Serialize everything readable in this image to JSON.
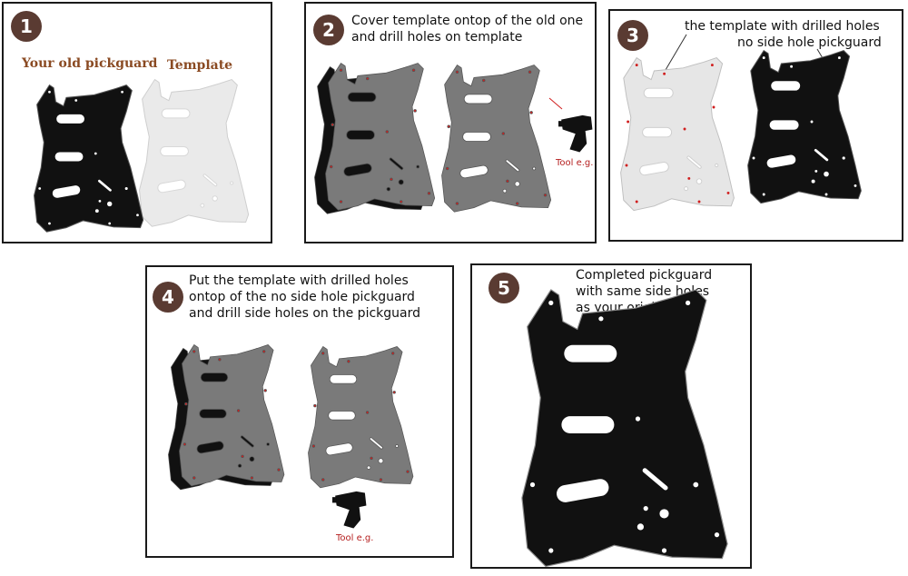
{
  "steps": [
    {
      "number": "1",
      "labels": {
        "old": "Your old pickguard",
        "template": "Template"
      }
    },
    {
      "number": "2",
      "caption": [
        "Cover template ontop of the old one",
        "and drill holes on template"
      ],
      "tool_label": "Tool e.g."
    },
    {
      "number": "3",
      "caption": [
        "the template with drilled holes",
        "no side hole pickguard"
      ]
    },
    {
      "number": "4",
      "caption": [
        "Put the template with drilled holes",
        "ontop of the no side hole pickguard",
        "and drill side holes on the pickguard"
      ],
      "tool_label": "Tool e.g."
    },
    {
      "number": "5",
      "caption": [
        "Completed pickguard",
        "with same side holes",
        "as your original one"
      ]
    }
  ],
  "colors": {
    "badge": "#5a3b32",
    "label_brown": "#8a4a22",
    "hole_red": "#d01e1e",
    "pickguard_black": "#111111",
    "template_light": "#e6e6e6",
    "template_grey": "#777777"
  },
  "icons": [
    "pickguard-shape",
    "drill-icon",
    "pointer-line"
  ]
}
